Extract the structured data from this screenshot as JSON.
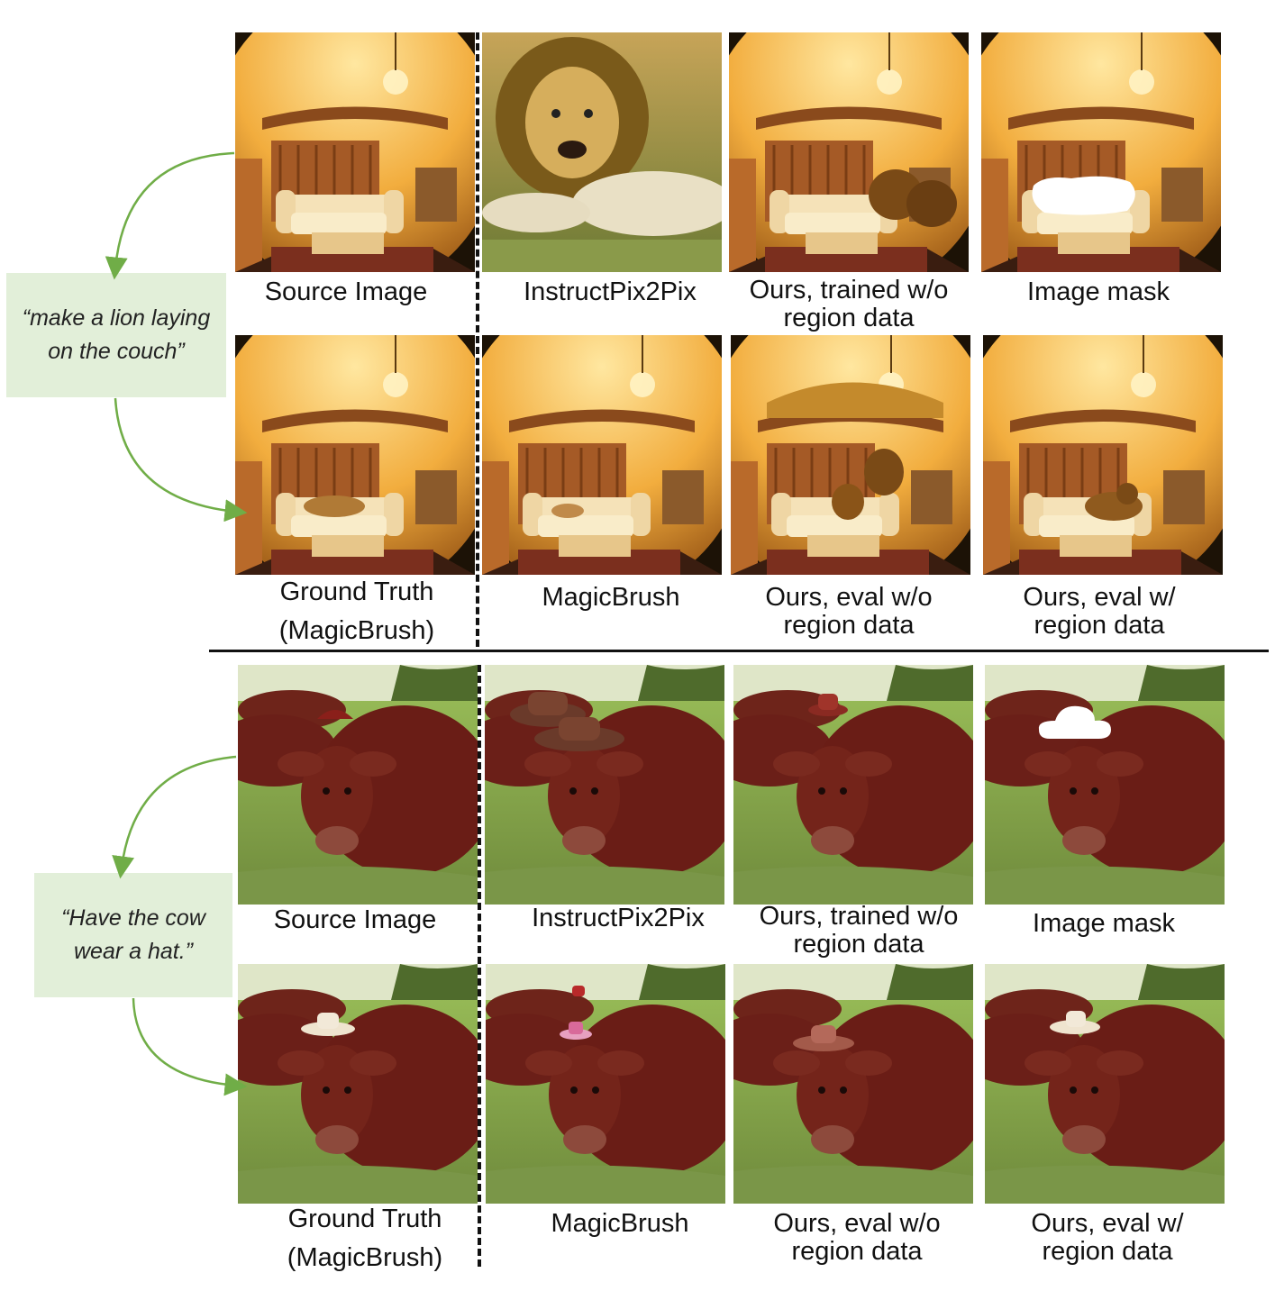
{
  "colors": {
    "prompt_box": "#e2efd9",
    "arrow": "#70ad47",
    "room_wall": "#f0b24a",
    "grass": "#8fae55",
    "cow": "#6b1f18"
  },
  "example_1": {
    "prompt": "“make a lion laying on the couch”",
    "panels": {
      "source": {
        "caption": "Source Image"
      },
      "instructpix2pix": {
        "caption": "InstructPix2Pix"
      },
      "ours_trained_wo": {
        "caption_line1": "Ours, trained w/o",
        "caption_line2": "region data"
      },
      "image_mask": {
        "caption": "Image mask"
      },
      "ground_truth": {
        "caption_line1": "Ground Truth",
        "caption_line2": "(MagicBrush)"
      },
      "magicbrush": {
        "caption": "MagicBrush"
      },
      "ours_eval_wo": {
        "caption_line1": "Ours, eval w/o",
        "caption_line2": "region data"
      },
      "ours_eval_w": {
        "caption_line1": "Ours, eval w/",
        "caption_line2": "region data"
      }
    }
  },
  "example_2": {
    "prompt": "“Have the cow wear a hat.”",
    "panels": {
      "source": {
        "caption": "Source Image"
      },
      "instructpix2pix": {
        "caption": "InstructPix2Pix"
      },
      "ours_trained_wo": {
        "caption_line1": "Ours, trained w/o",
        "caption_line2": "region data"
      },
      "image_mask": {
        "caption": "Image mask"
      },
      "ground_truth": {
        "caption_line1": "Ground Truth",
        "caption_line2": "(MagicBrush)"
      },
      "magicbrush": {
        "caption": "MagicBrush"
      },
      "ours_eval_wo": {
        "caption_line1": "Ours, eval w/o",
        "caption_line2": "region data"
      },
      "ours_eval_w": {
        "caption_line1": "Ours, eval w/",
        "caption_line2": "region data"
      }
    }
  }
}
